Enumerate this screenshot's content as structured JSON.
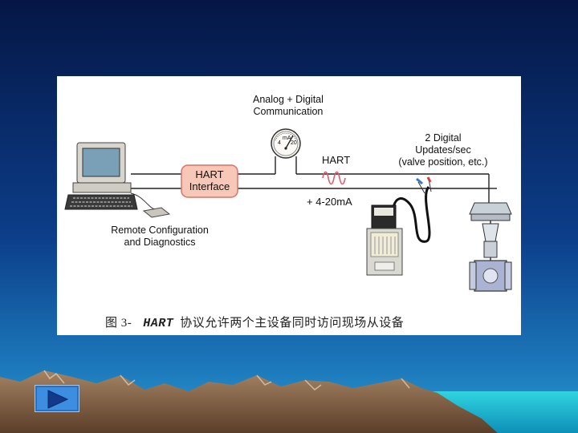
{
  "figure": {
    "computer_label": "Remote Configuration\nand Diagnostics",
    "interface_label": "HART\nInterface",
    "meter_label": "Analog + Digital\nCommunication",
    "meter_scale_low": "4",
    "meter_scale_high": "20",
    "meter_unit": "mA",
    "hart_label": "HART",
    "current_label": "+ 4-20mA",
    "digital_label": "2 Digital\nUpdates/sec\n(valve position, etc.)",
    "caption": {
      "prefix": "图 3-",
      "hart": "HART",
      "text": "协议允许两个主设备同时访问现场从设备"
    }
  },
  "nav": {
    "next_icon": "play-right-icon"
  },
  "colors": {
    "sky_top": "#061a4d",
    "sky_bottom": "#1b6fb5",
    "interface_fill": "#f7c7b8",
    "interface_stroke": "#d9736a",
    "hart_wave": "#e05a6a",
    "mountain": "#8a6a4e",
    "next_button": "#3d8de0"
  }
}
